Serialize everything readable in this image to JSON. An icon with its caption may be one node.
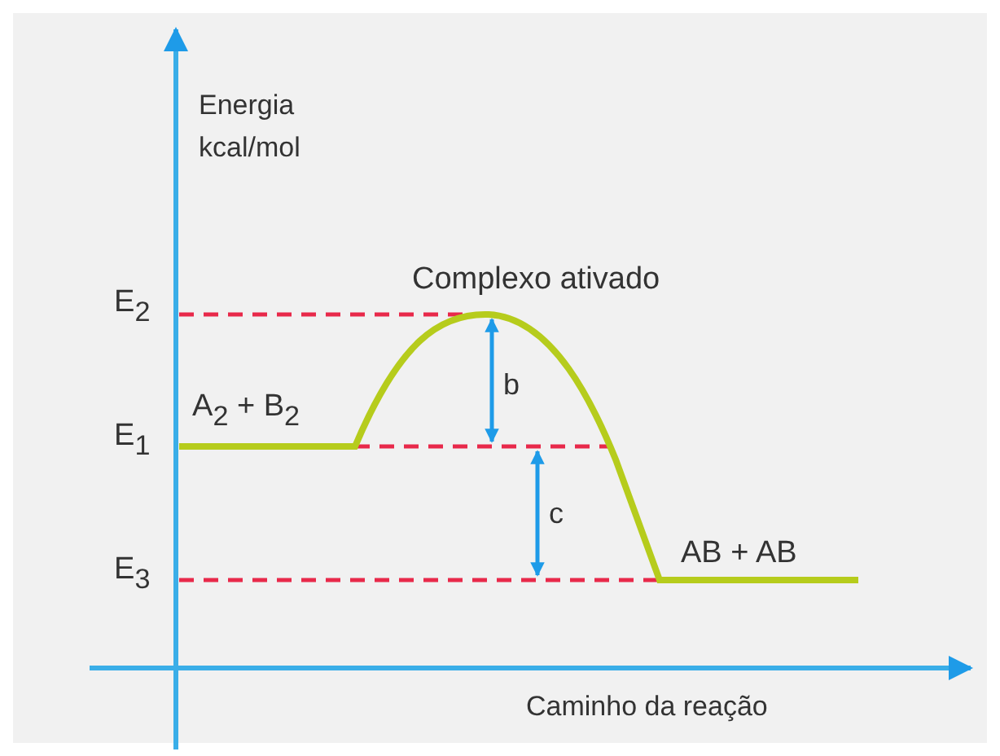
{
  "diagram": {
    "labels": [
      "Energia kcal/mol",
      "E$_{2}$",
      "E$_{1}$",
      "E$_{3}$",
      "Complexo ativado",
      "A$_{2}$ + B$_{2}$",
      "b",
      "c",
      "AB + AB",
      "Caminho da reação"
    ]
  }
}
